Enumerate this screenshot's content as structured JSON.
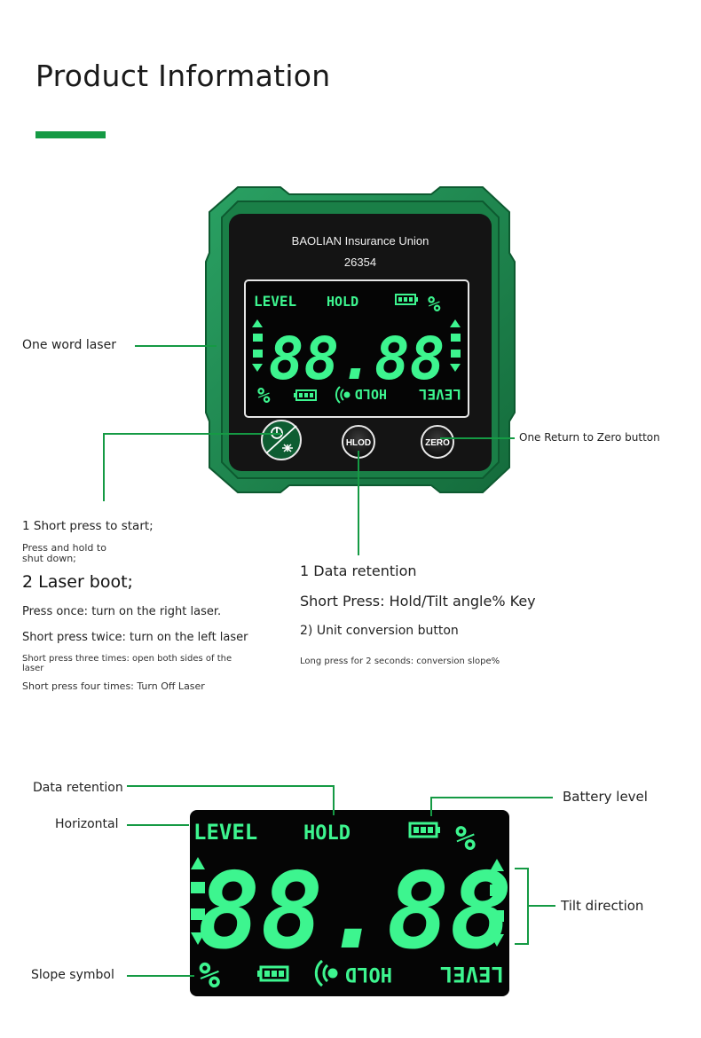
{
  "page": {
    "title": "Product Information"
  },
  "device": {
    "brand": "BAOLIAN Insurance Union",
    "model": "26354",
    "buttons": {
      "hold_label": "HLOD",
      "zero_label": "ZERO"
    }
  },
  "lcd": {
    "level": "LEVEL",
    "hold": "HOLD",
    "percent": "%",
    "digits": "88.88"
  },
  "callouts": {
    "laser": "One word laser",
    "zero_button": "One Return to Zero button",
    "power": {
      "line1": "1 Short press to start;",
      "line2": "Press and hold to shut down;",
      "heading2": "2 Laser boot;",
      "once": "Press once: turn on the right laser.",
      "twice": "Short press twice: turn on the left laser",
      "three": "Short press three times: open both sides of the laser",
      "four": "Short press four times: Turn Off Laser"
    },
    "hold": {
      "line1": "1 Data retention",
      "line2": "Short Press: Hold/Tilt angle% Key",
      "line3": "2) Unit conversion button",
      "line4": "Long press for 2 seconds: conversion slope%"
    }
  },
  "display_legend": {
    "data_retention": "Data retention",
    "horizontal": "Horizontal",
    "slope_symbol": "Slope symbol",
    "battery_level": "Battery level",
    "tilt_direction": "Tilt direction"
  },
  "colors": {
    "accent": "#159a44",
    "device_body": "#1d8a4e",
    "lcd_green": "#3df58f"
  }
}
